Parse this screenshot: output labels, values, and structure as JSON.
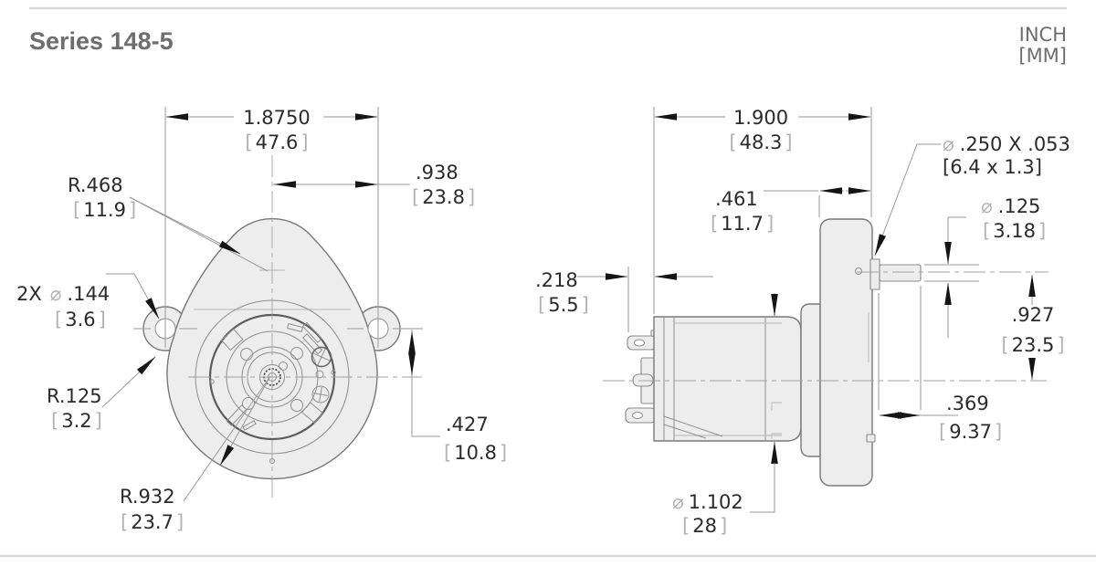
{
  "page": {
    "title": "Series 148-5",
    "units_primary": "INCH",
    "units_secondary": "[MM]"
  },
  "symbols": {
    "diameter": "⌀",
    "bracket_open": "[",
    "bracket_close": "]"
  },
  "front_view": {
    "overall_width": {
      "inch": "1.8750",
      "mm": "47.6"
    },
    "mount_hole_offset": {
      "inch": ".938",
      "mm": "23.8"
    },
    "top_radius": {
      "inch": "R.468",
      "mm": "11.9"
    },
    "mount_holes": {
      "qty": "2X",
      "inch": ".144",
      "mm": "3.6"
    },
    "ear_radius": {
      "inch": "R.125",
      "mm": "3.2"
    },
    "body_radius": {
      "inch": "R.932",
      "mm": "23.7"
    },
    "shaft_offset": {
      "inch": ".427",
      "mm": "10.8"
    }
  },
  "side_view": {
    "overall_length": {
      "inch": "1.900",
      "mm": "48.3"
    },
    "shaft_boss": {
      "inch": ".250 X .053",
      "mm": "[6.4 x 1.3]"
    },
    "plate_thickness": {
      "inch": ".461",
      "mm": "11.7"
    },
    "shaft_diameter": {
      "inch": ".125",
      "mm": "3.18"
    },
    "terminal_depth": {
      "inch": ".218",
      "mm": "5.5"
    },
    "shaft_height": {
      "inch": ".927",
      "mm": "23.5"
    },
    "shaft_length": {
      "inch": ".369",
      "mm": "9.37"
    },
    "motor_diameter": {
      "inch": "1.102",
      "mm": "28"
    }
  }
}
